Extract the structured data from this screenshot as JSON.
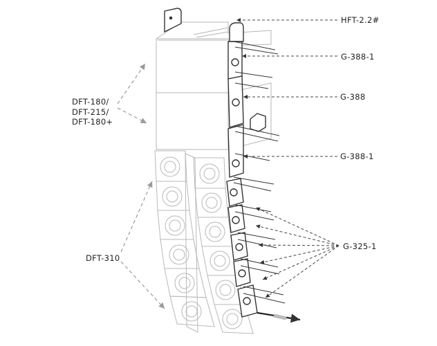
{
  "labels": {
    "top_bracket": "HFT-2.2#",
    "upper_link_1": "G-388-1",
    "upper_link_2": "G-388",
    "lower_link": "G-388-1",
    "angle_plates": "G-325-1",
    "upper_models": [
      "DFT-180/",
      "DFT-215/",
      "DFT-180+"
    ],
    "lower_model": "DFT-310"
  },
  "colors": {
    "line": "#333333",
    "dash": "#555555",
    "faint": "#bbbbbb",
    "leader_gray": "#9a9a9a"
  }
}
